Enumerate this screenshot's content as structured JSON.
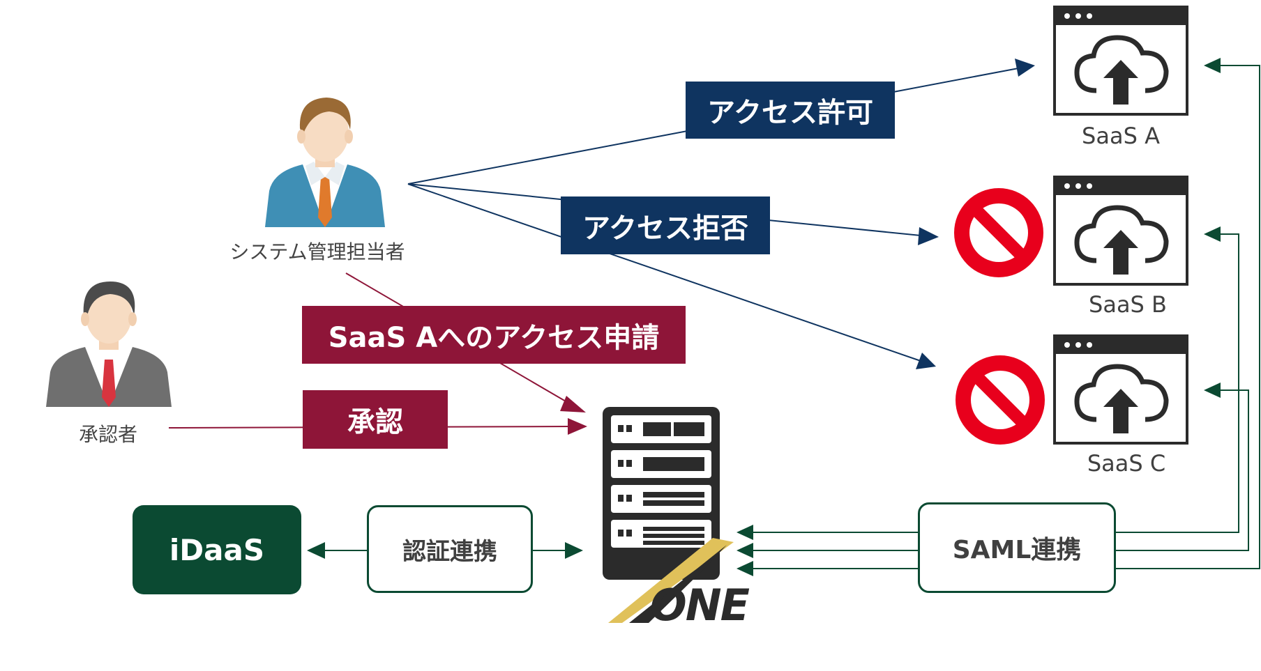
{
  "colors": {
    "navy": "#0f3460",
    "wine": "#8e1538",
    "dark_green": "#0b4a32",
    "deny_red": "#e8001c",
    "icon_dark": "#2b2b2b",
    "gold": "#e0c15a"
  },
  "actors": {
    "admin": {
      "label": "システム管理担当者",
      "icon": "businessman-blue-suit-icon"
    },
    "approver": {
      "label": "承認者",
      "icon": "businessman-gray-suit-icon"
    }
  },
  "arrows": {
    "allow": "アクセス許可",
    "deny": "アクセス拒否",
    "request": "SaaS Aへのアクセス申請",
    "approve": "承認"
  },
  "saas": [
    {
      "label": "SaaS A",
      "status": "allowed",
      "icon": "cloud-upload-window-icon"
    },
    {
      "label": "SaaS B",
      "status": "denied",
      "icon": "cloud-upload-window-icon"
    },
    {
      "label": "SaaS C",
      "status": "denied",
      "icon": "cloud-upload-window-icon"
    }
  ],
  "bottom": {
    "idaas": "iDaaS",
    "auth_link": "認証連携",
    "saml_link": "SAML連携"
  },
  "product": {
    "logo_text": "ONE",
    "icon": "server-rack-icon"
  }
}
